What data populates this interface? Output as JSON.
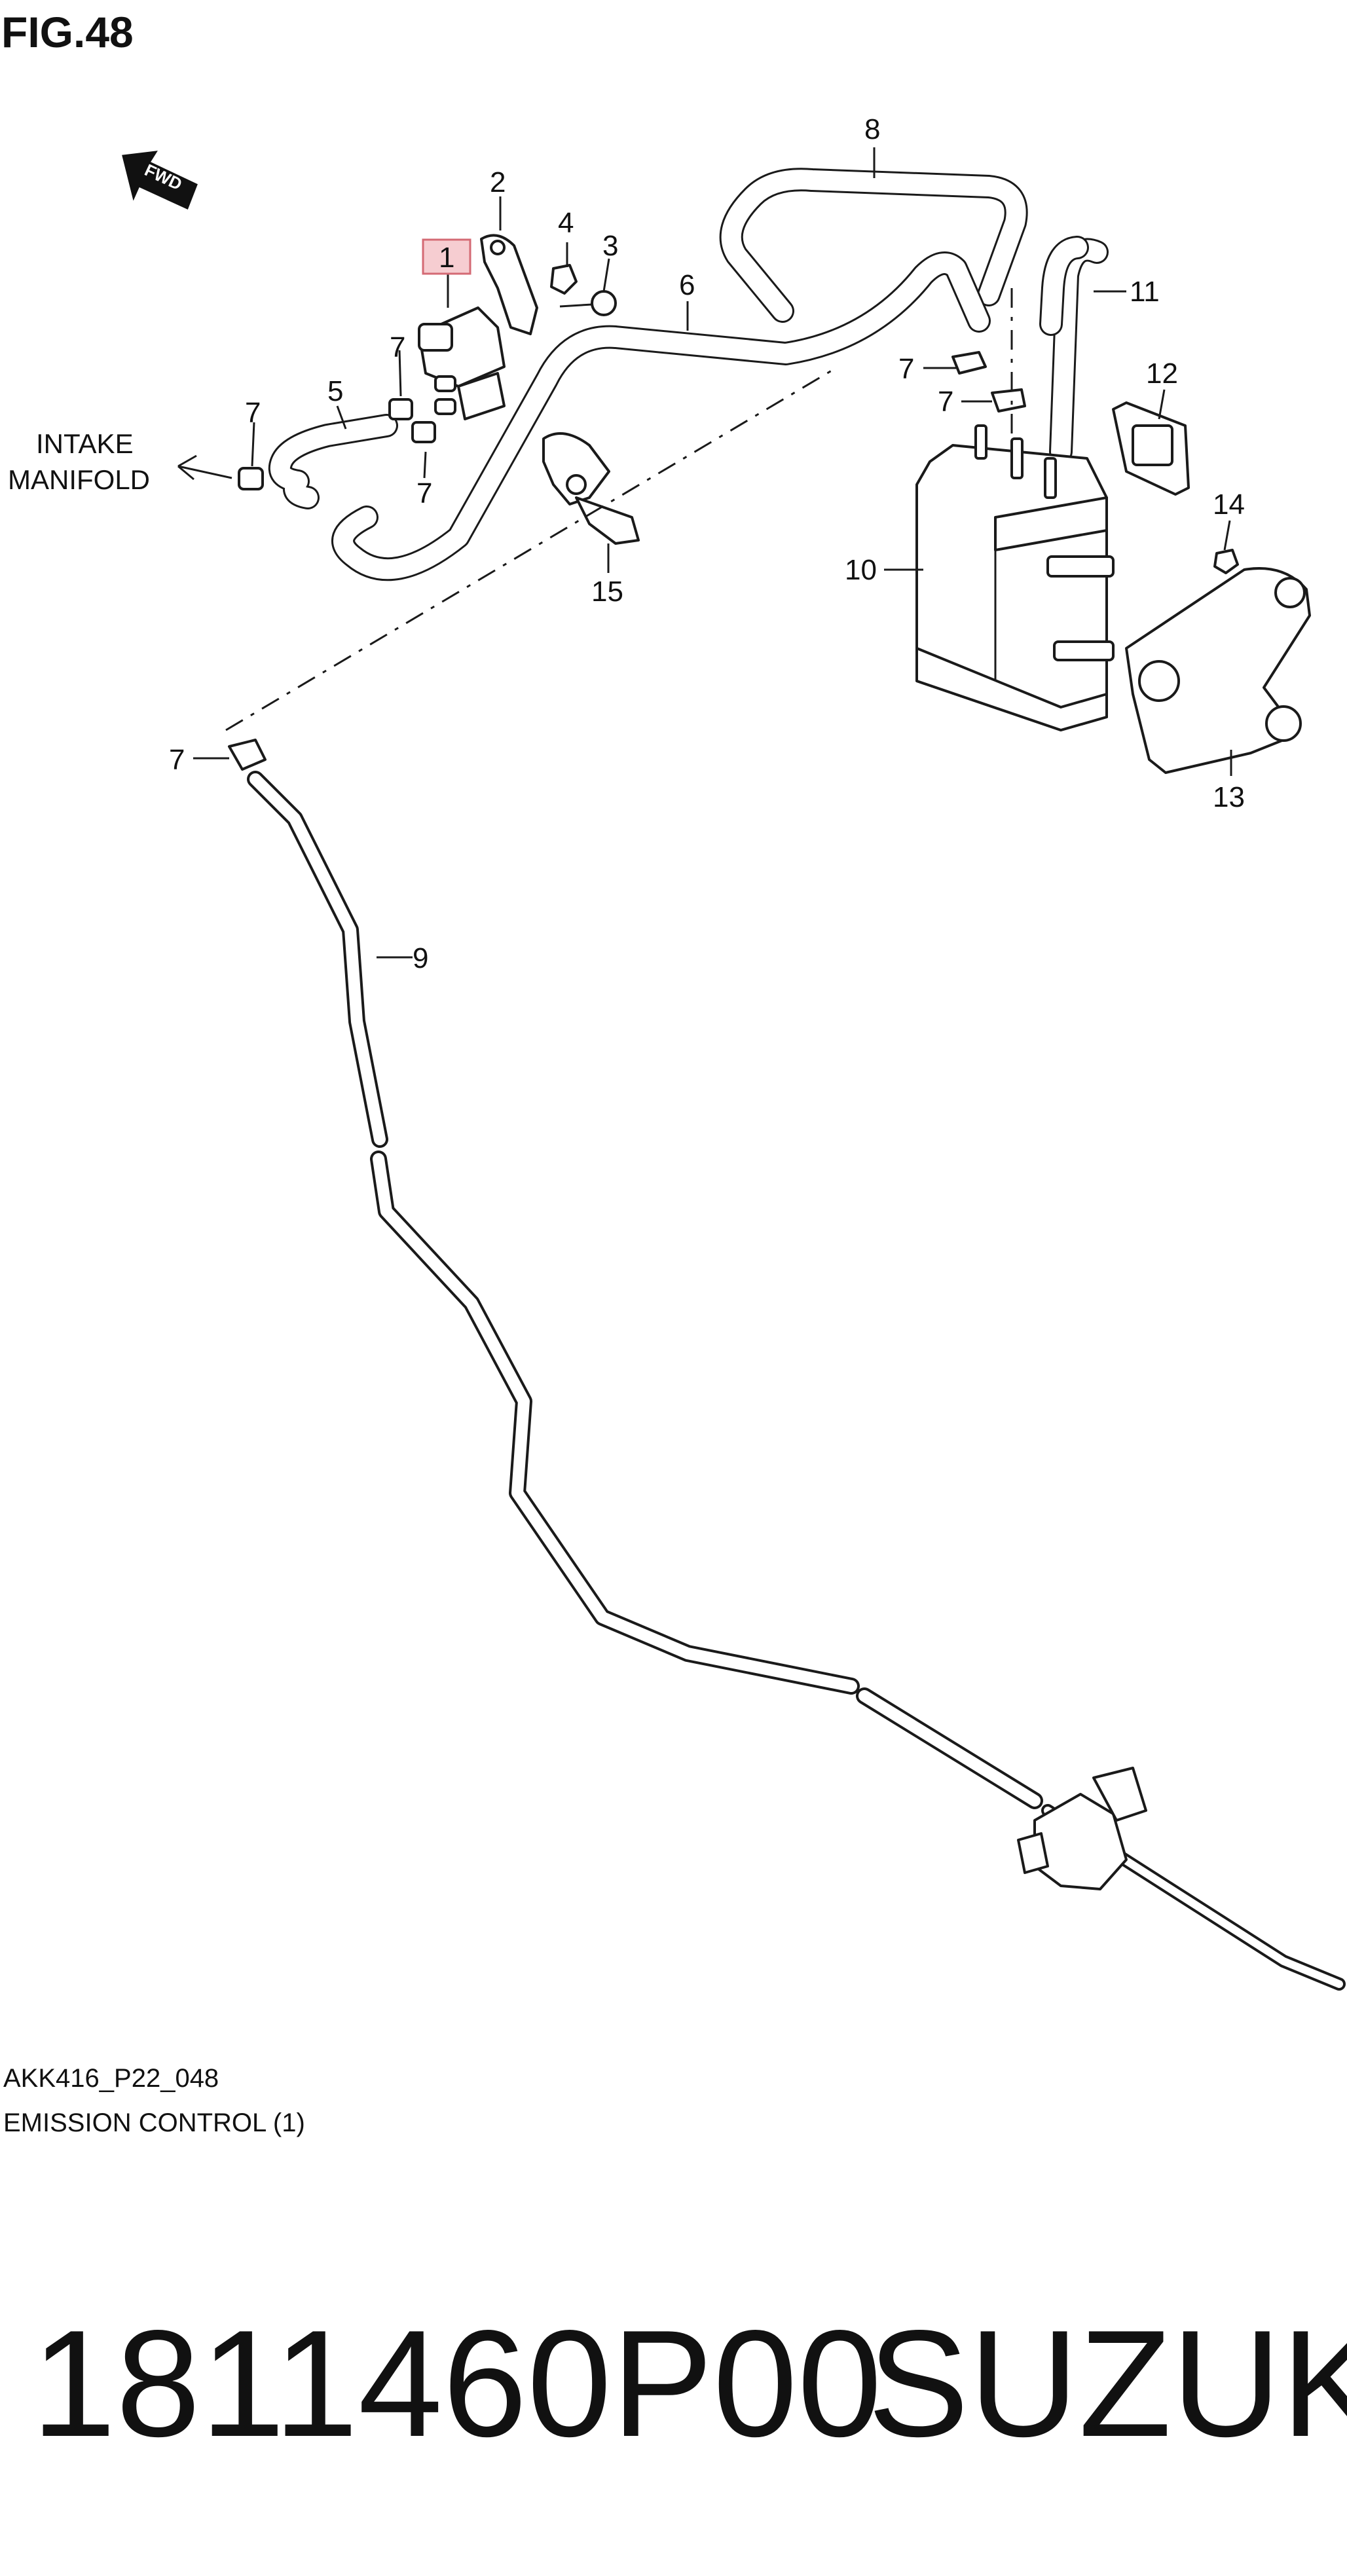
{
  "figure": {
    "number": "FIG.48",
    "code": "AKK416_P22_048",
    "caption": "EMISSION CONTROL (1)"
  },
  "direction_badge": {
    "label": "FWD",
    "icon": "forward-arrow-icon"
  },
  "intake_manifold": {
    "line1": "INTAKE",
    "line2": "MANIFOLD",
    "icon": "left-arrow-icon"
  },
  "callouts": {
    "c1": "1",
    "c2": "2",
    "c3": "3",
    "c4": "4",
    "c5": "5",
    "c6": "6",
    "c7a": "7",
    "c7b": "7",
    "c7c": "7",
    "c7d": "7",
    "c7e": "7",
    "c7f": "7",
    "c8": "8",
    "c9": "9",
    "c10": "10",
    "c11": "11",
    "c12": "12",
    "c13": "13",
    "c14": "14",
    "c15": "15"
  },
  "highlight": {
    "callout": "1",
    "fill": "#f6cdd1",
    "stroke": "#d46a74"
  },
  "footer": {
    "part_number": "1811460P00",
    "brand": "SUZUKI"
  }
}
